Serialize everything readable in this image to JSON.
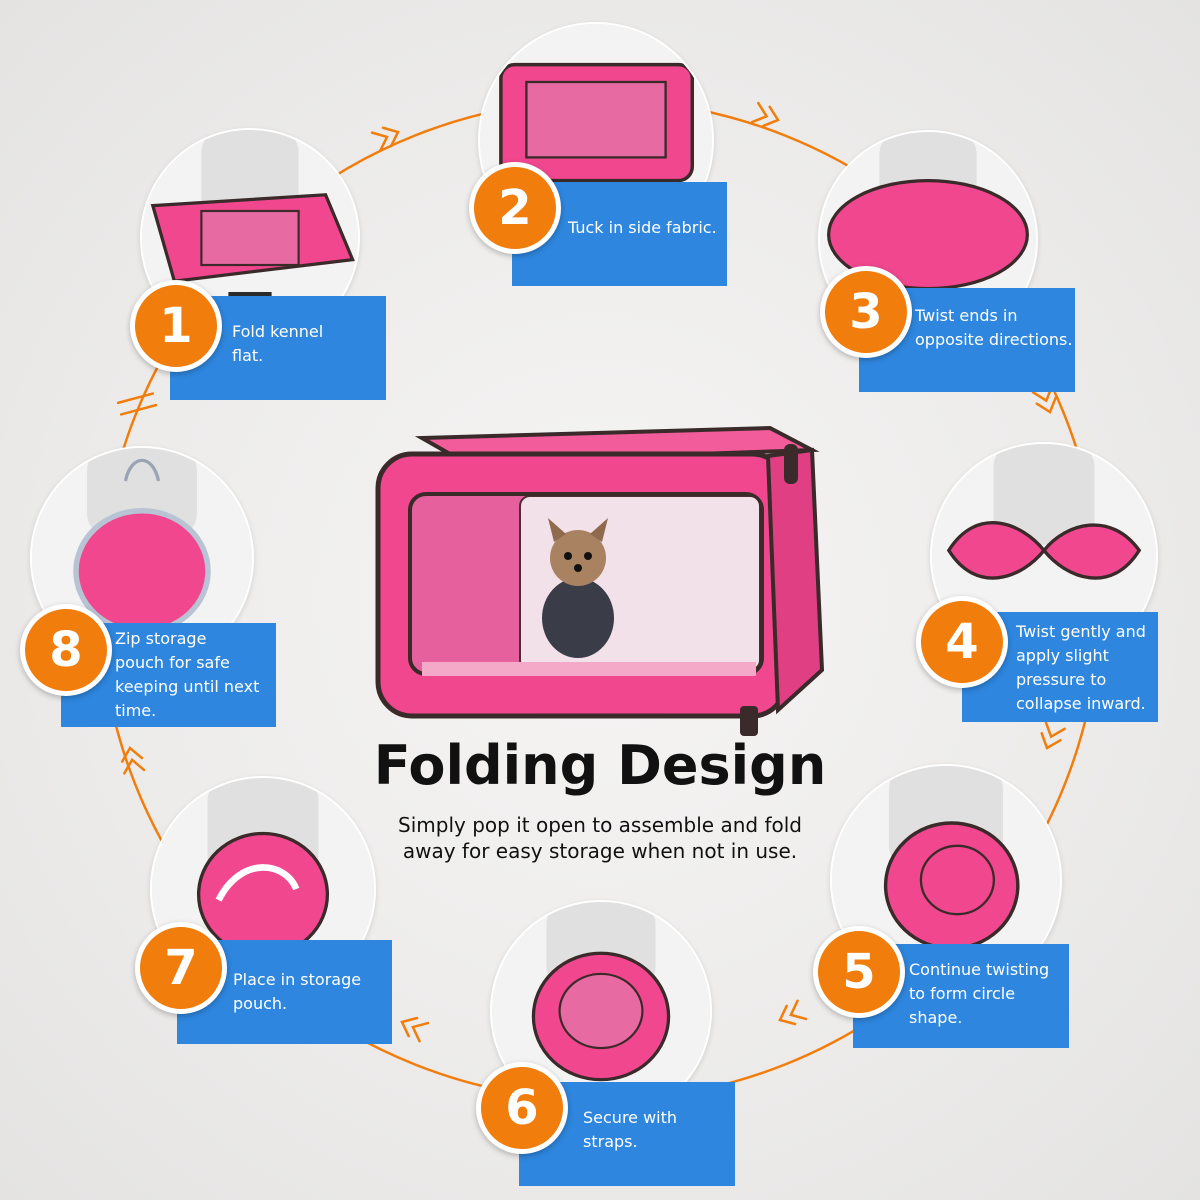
{
  "colors": {
    "accent_orange": "#f07d0c",
    "label_blue": "#2e86de",
    "kennel_pink": "#f0478f",
    "background": "#eeedec"
  },
  "headline": "Folding Design",
  "subtitle": "Simply pop it open to assemble and fold\naway for easy storage when not in use.",
  "steps": [
    {
      "number": "1",
      "text": "Fold kennel\nflat."
    },
    {
      "number": "2",
      "text": "Tuck in side fabric."
    },
    {
      "number": "3",
      "text": "Twist ends in\nopposite directions."
    },
    {
      "number": "4",
      "text": "Twist gently and\napply slight\npressure to\ncollapse inward."
    },
    {
      "number": "5",
      "text": "Continue twisting\nto form circle\nshape."
    },
    {
      "number": "6",
      "text": "Secure with\nstraps."
    },
    {
      "number": "7",
      "text": "Place in storage\npouch."
    },
    {
      "number": "8",
      "text": "Zip storage\npouch for safe\nkeeping until next\ntime."
    }
  ]
}
